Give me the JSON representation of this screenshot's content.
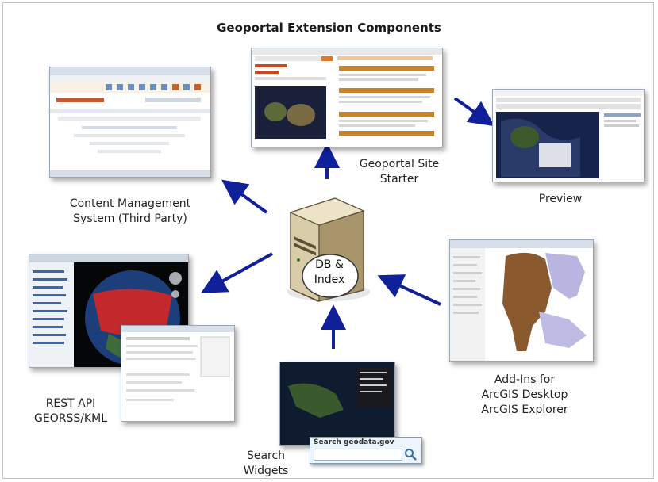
{
  "title": "Geoportal Extension Components",
  "center": {
    "line1": "DB &",
    "line2": "Index"
  },
  "components": {
    "site_starter": {
      "line1": "Geoportal Site",
      "line2": "Starter"
    },
    "preview": {
      "line1": "Preview"
    },
    "cms": {
      "line1": "Content Management",
      "line2": "System (Third Party)"
    },
    "rest": {
      "line1": "REST API",
      "line2": "GEORSS/KML"
    },
    "addins": {
      "line1": "Add-Ins for",
      "line2": "ArcGIS Desktop",
      "line3": "ArcGIS Explorer"
    },
    "widgets": {
      "line1": "Search",
      "line2": "Widgets"
    }
  },
  "search_widget": {
    "title": "Search geodata.gov"
  },
  "colors": {
    "arrow": "#10209a",
    "frame": "#b9c6d6"
  }
}
